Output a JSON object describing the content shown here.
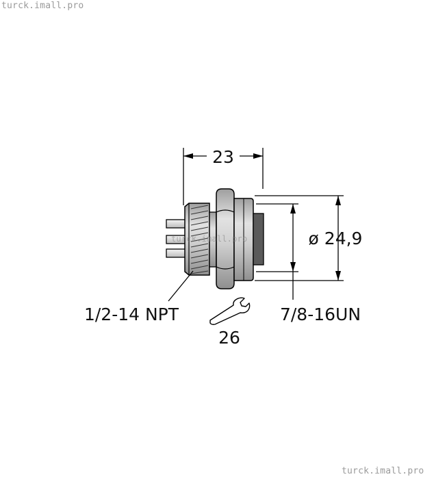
{
  "watermarks": {
    "top": "turck.imall.pro",
    "middle": "turck.imall.pro",
    "bottom": "turck.imall.pro"
  },
  "drawing": {
    "type": "connector dimension drawing",
    "dimensions": {
      "length": "23",
      "diameter": "ø 24,9",
      "rear_thread": "1/2-14 NPT",
      "front_thread": "7/8-16UN",
      "wrench_size": "26"
    },
    "icons": {
      "wrench": "wrench-icon"
    },
    "colors": {
      "line": "#000000",
      "body_light": "#d4d4d4",
      "body_mid": "#bdbdbd",
      "insert_dark": "#5a5a5a",
      "watermark": "#9a9a9a"
    }
  }
}
